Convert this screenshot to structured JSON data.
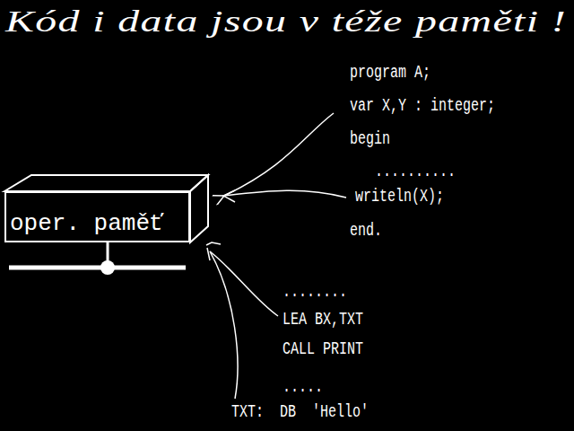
{
  "diagram": {
    "title": "Kód i data jsou v téže paměti !",
    "nodes": [
      {
        "text": [
          "oper. paměť"
        ]
      }
    ],
    "labels": [
      "program A;",
      "var X,Y : integer;",
      "begin",
      "..........",
      "writeln(X);",
      "end.",
      "........",
      "LEA BX,TXT",
      "CALL PRINT",
      ".....",
      "TXT:  DB  'Hello'"
    ]
  }
}
